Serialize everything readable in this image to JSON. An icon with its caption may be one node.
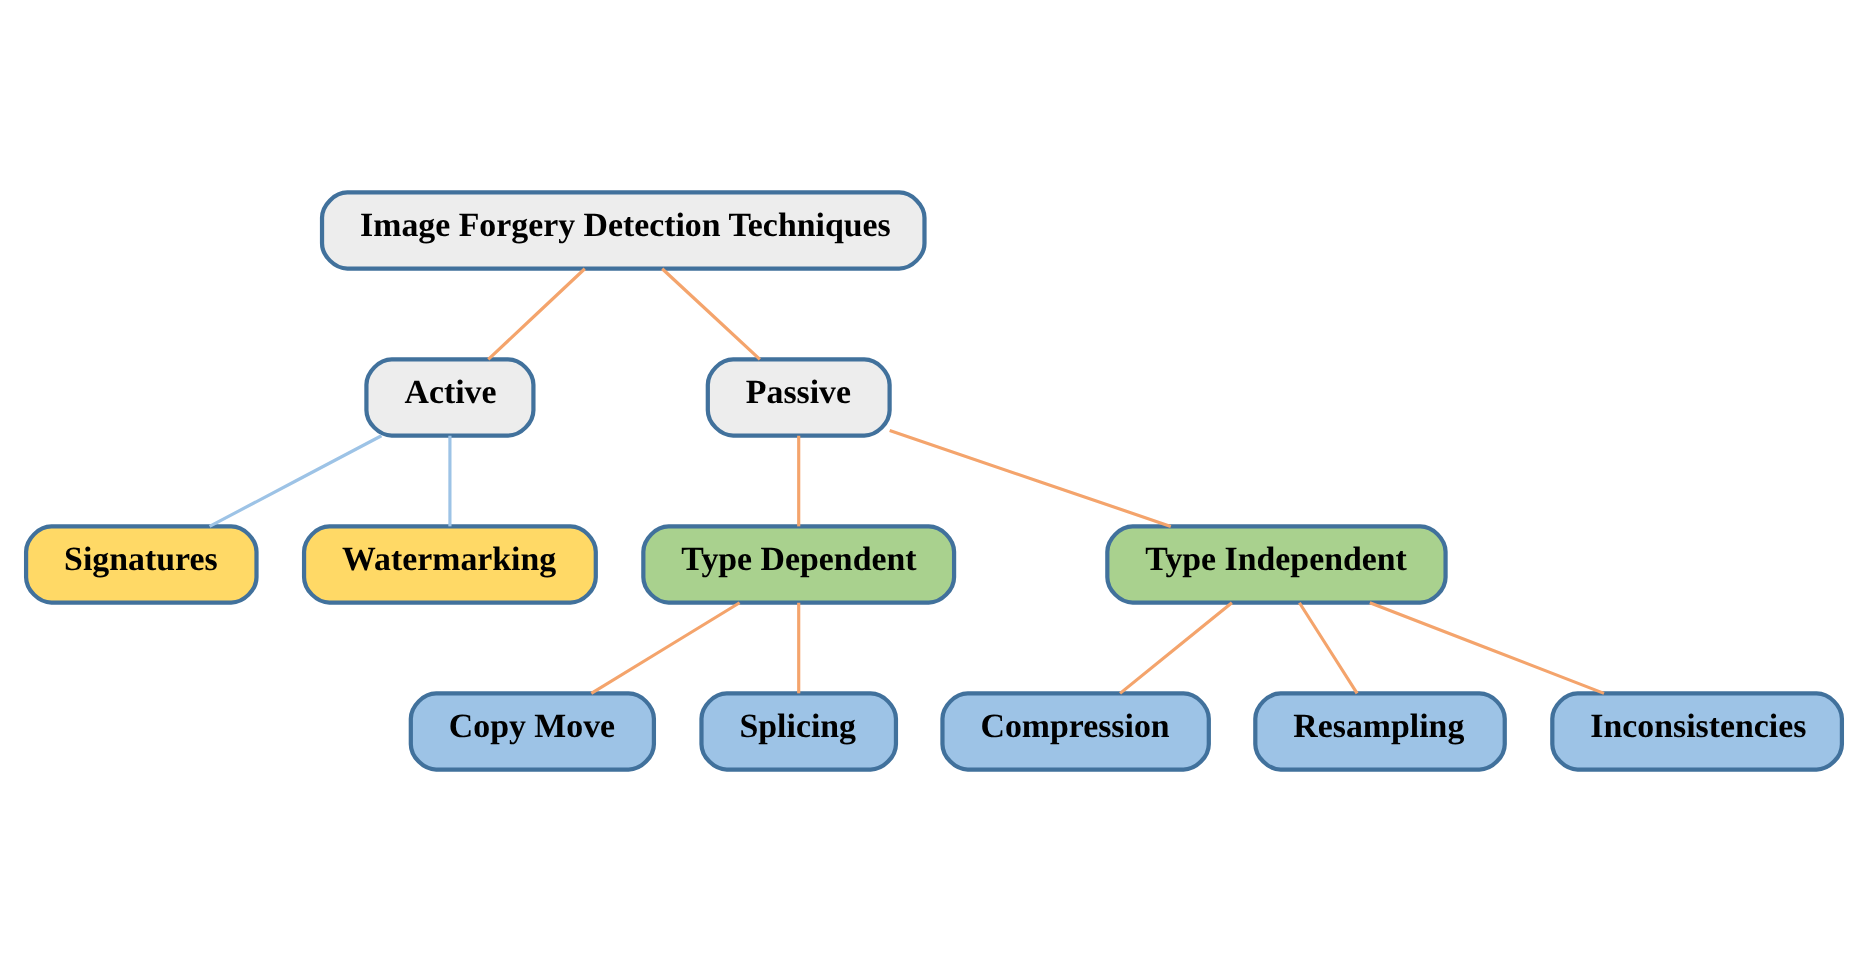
{
  "diagram": {
    "nodes": [
      {
        "text": [
          "Image Forgery Detection Techniques"
        ]
      },
      {
        "text": [
          "Active"
        ]
      },
      {
        "text": [
          "Passive"
        ]
      },
      {
        "text": [
          "Signatures"
        ]
      },
      {
        "text": [
          "Watermarking"
        ]
      },
      {
        "text": [
          "Type Dependent"
        ]
      },
      {
        "text": [
          "Type Independent"
        ]
      },
      {
        "text": [
          "Copy Move"
        ]
      },
      {
        "text": [
          "Splicing"
        ]
      },
      {
        "text": [
          "Compression"
        ]
      },
      {
        "text": [
          "Resampling"
        ]
      },
      {
        "text": [
          "Inconsistencies"
        ]
      }
    ],
    "edges": [
      {
        "from": 0,
        "to": 1,
        "arrow": "none"
      },
      {
        "from": 0,
        "to": 2,
        "arrow": "none"
      },
      {
        "from": 1,
        "to": 3,
        "arrow": "none",
        "color": "#9dc3e6"
      },
      {
        "from": 1,
        "to": 4,
        "arrow": "none",
        "color": "#9dc3e6"
      },
      {
        "from": 2,
        "to": 5,
        "arrow": "none"
      },
      {
        "from": 2,
        "to": 6,
        "arrow": "none"
      },
      {
        "from": 5,
        "to": 7,
        "arrow": "none"
      },
      {
        "from": 5,
        "to": 8,
        "arrow": "none"
      },
      {
        "from": 6,
        "to": 9,
        "arrow": "none"
      },
      {
        "from": 6,
        "to": 10,
        "arrow": "none"
      },
      {
        "from": 6,
        "to": 11,
        "arrow": "none"
      }
    ]
  }
}
